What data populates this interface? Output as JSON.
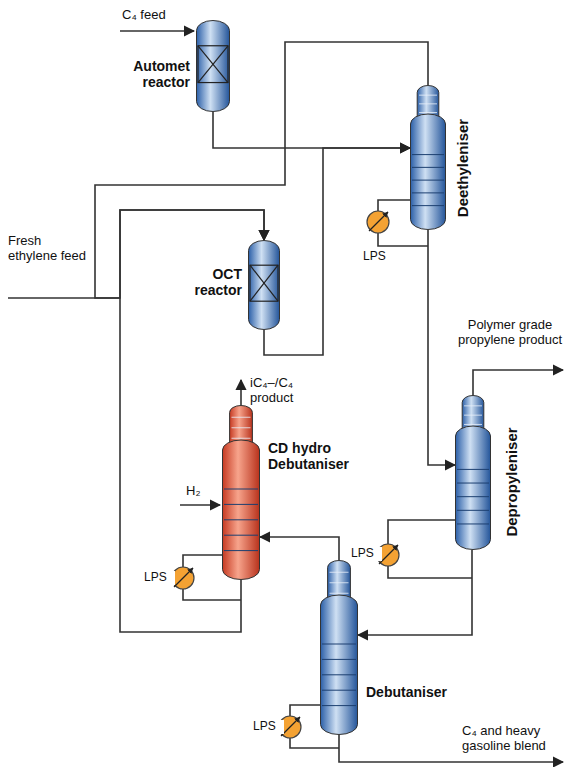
{
  "diagram": {
    "nodes": [
      {
        "text": [
          "Automet reactor"
        ]
      },
      {
        "text": [
          "Deethyleniser"
        ]
      },
      {
        "text": [
          "OCT reactor"
        ]
      },
      {
        "text": [
          "Depropyleniser"
        ]
      },
      {
        "text": [
          "CD hydro Debutaniser"
        ]
      },
      {
        "text": [
          "Debutaniser"
        ]
      }
    ],
    "edges": [
      {
        "from": 0,
        "to": 1,
        "arrow": "to"
      },
      {
        "from": 2,
        "to": 1,
        "arrow": "to"
      },
      {
        "from": 1,
        "to": 2,
        "arrow": "to"
      },
      {
        "from": 1,
        "to": 3,
        "arrow": "to"
      },
      {
        "from": 3,
        "to": 5,
        "arrow": "to"
      },
      {
        "from": 5,
        "to": 4,
        "arrow": "to"
      },
      {
        "from": 4,
        "to": 2,
        "arrow": "to"
      }
    ],
    "labels": [
      "C₄ feed",
      "Fresh ethylene feed",
      "LPS",
      "Polymer grade propylene product",
      "iC₄–/C₄ product",
      "H₂",
      "LPS",
      "LPS",
      "LPS",
      "C₄ and heavy gasoline blend"
    ]
  }
}
